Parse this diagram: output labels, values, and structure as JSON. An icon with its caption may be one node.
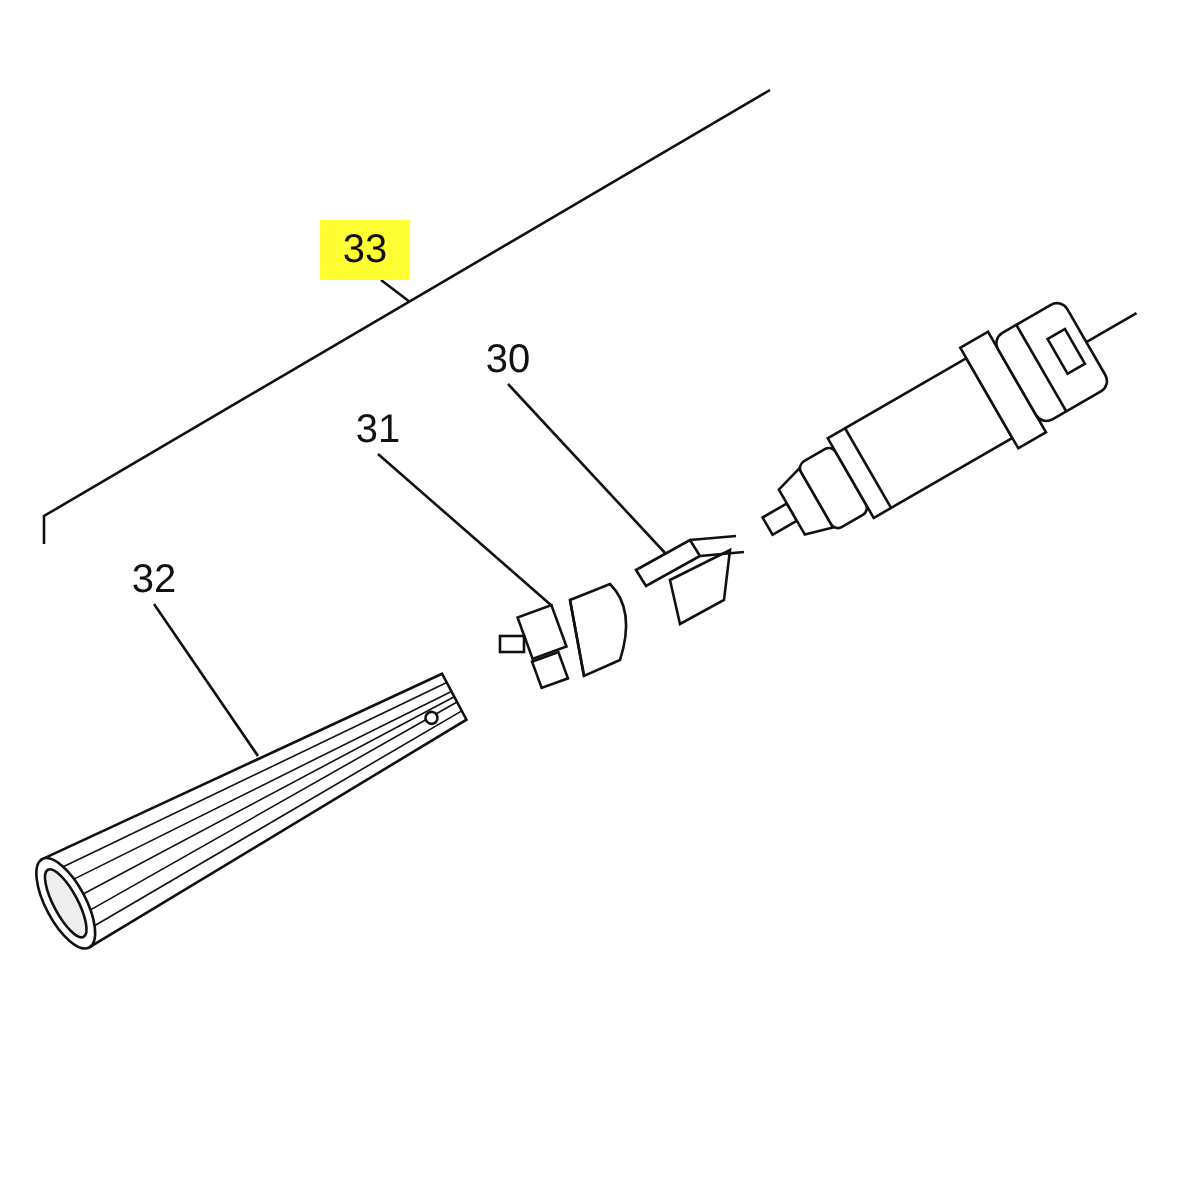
{
  "diagram": {
    "nodes": [
      {
        "text": [
          "32"
        ]
      },
      {
        "text": [],
        "shape": "picture"
      },
      {
        "text": [
          "31"
        ]
      },
      {
        "text": [],
        "shape": "picture"
      },
      {
        "text": [
          "30"
        ]
      },
      {
        "text": [],
        "shape": "picture"
      },
      {
        "text": [
          "33"
        ]
      }
    ],
    "edges": [
      {
        "from": 0,
        "to": 1,
        "arrow": "none"
      },
      {
        "from": 2,
        "to": 3,
        "arrow": "none"
      },
      {
        "from": 4,
        "to": 5,
        "arrow": "none"
      },
      {
        "from": 6,
        "to": null,
        "arrow": "none"
      }
    ]
  }
}
